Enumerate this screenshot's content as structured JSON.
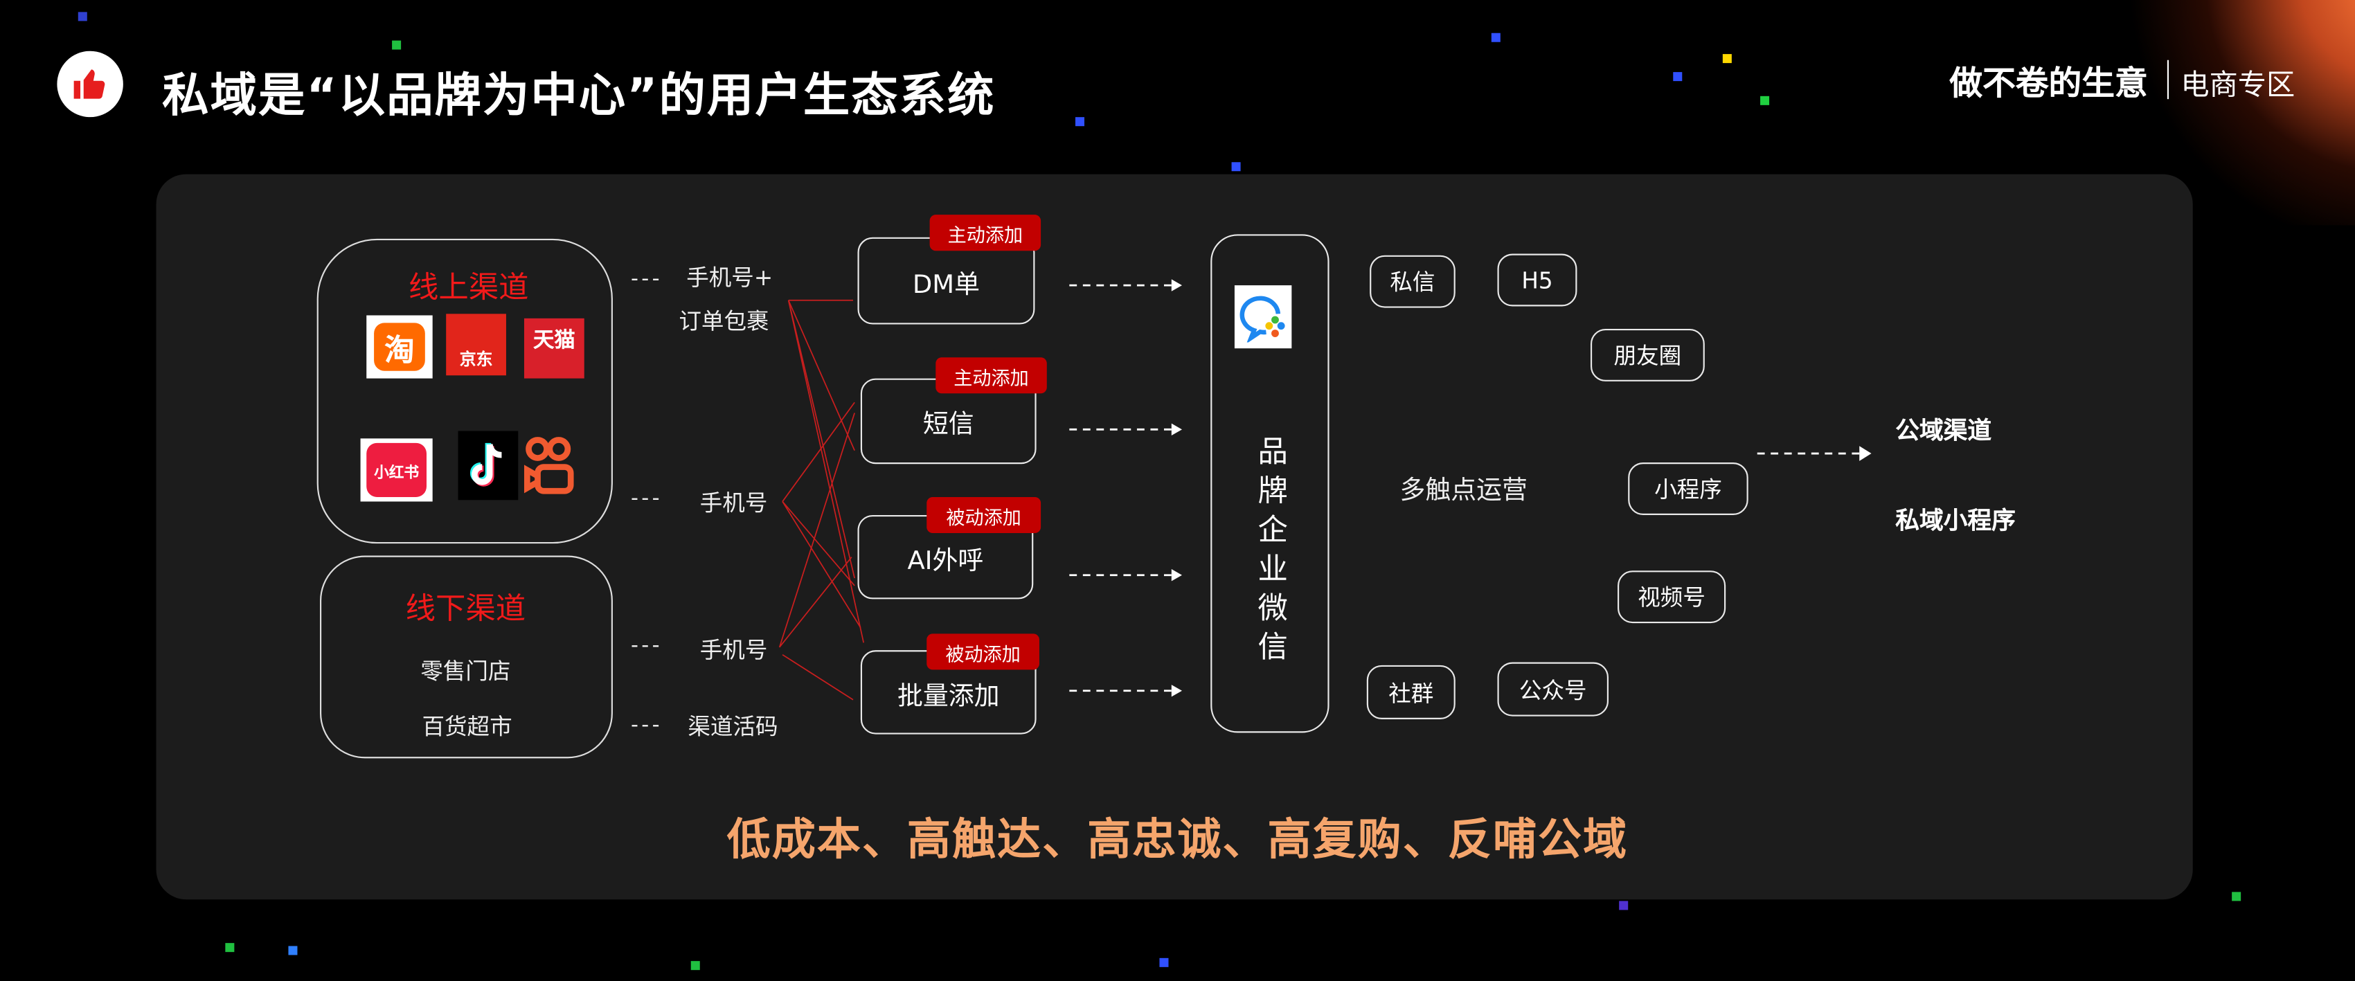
{
  "header": {
    "title": "私域是“以品牌为中心”的用户生态系统",
    "brand": "做不卷的生意",
    "brand_sub": "电商专区"
  },
  "online": {
    "title": "线上渠道",
    "apps": [
      {
        "name": "淘",
        "color": "#ff6a00"
      },
      {
        "name": "京东",
        "color": "#e1251b"
      },
      {
        "name": "天猫",
        "color": "#d8202a"
      },
      {
        "name": "小红书",
        "color": "#ee1d40"
      },
      {
        "name": "抖音",
        "color": "#000000"
      },
      {
        "name": "快手",
        "color": "#ff5a2c"
      }
    ]
  },
  "offline": {
    "title": "线下渠道",
    "items": [
      "零售门店",
      "百货超市"
    ]
  },
  "sources": {
    "dash": "---",
    "items": [
      "手机号+",
      "订单包裹",
      "手机号",
      "手机号",
      "渠道活码"
    ]
  },
  "methods": [
    {
      "label": "DM单",
      "badge": "主动添加"
    },
    {
      "label": "短信",
      "badge": "主动添加"
    },
    {
      "label": "AI外呼",
      "badge": "被动添加"
    },
    {
      "label": "批量添加",
      "badge": "被动添加"
    }
  ],
  "center": {
    "label": "品牌企业微信",
    "icon": "wecom-icon"
  },
  "touchpoints": {
    "title": "多触点运营",
    "items": [
      "私信",
      "H5",
      "朋友圈",
      "小程序",
      "视频号",
      "社群",
      "公众号"
    ]
  },
  "outputs": [
    "公域渠道",
    "私域小程序"
  ],
  "summary": "低成本、高触达、高忠诚、高复购、反哺公域",
  "colors": {
    "accent_red": "#c20000",
    "title_red": "#f21a1a",
    "summary": "#f5a56c",
    "panel": "#1c1c1c"
  }
}
